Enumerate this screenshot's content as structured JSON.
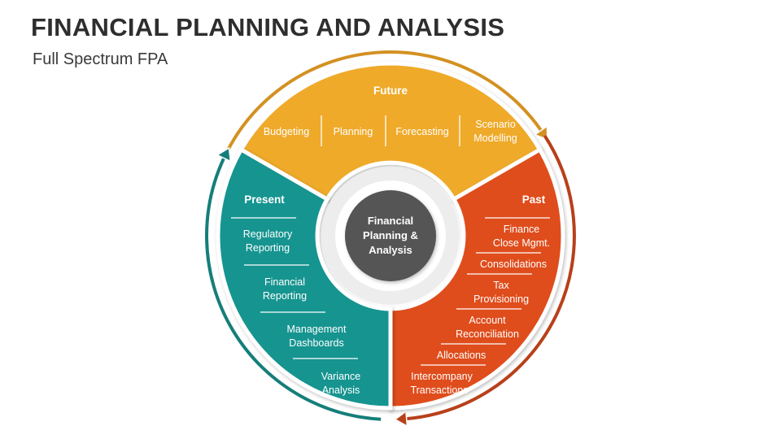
{
  "title": "FINANCIAL PLANNING AND ANALYSIS",
  "subtitle": "Full Spectrum FPA",
  "center": {
    "line1": "Financial",
    "line2": "Planning &",
    "line3": "Analysis"
  },
  "colors": {
    "future": "#EFAA2B",
    "past": "#DF4D1E",
    "present": "#139490",
    "center": "#545454",
    "future_arrow": "#D39122",
    "past_arrow": "#B8401A",
    "present_arrow": "#157E7A"
  },
  "future": {
    "header": "Future",
    "items": [
      {
        "line1": "Budgeting",
        "line2": ""
      },
      {
        "line1": "Planning",
        "line2": ""
      },
      {
        "line1": "Forecasting",
        "line2": ""
      },
      {
        "line1": "Scenario",
        "line2": "Modelling"
      }
    ]
  },
  "past": {
    "header": "Past",
    "items": [
      {
        "line1": "Finance",
        "line2": "Close Mgmt."
      },
      {
        "line1": "Consolidations",
        "line2": ""
      },
      {
        "line1": "Tax",
        "line2": "Provisioning"
      },
      {
        "line1": "Account",
        "line2": "Reconciliation"
      },
      {
        "line1": "Allocations",
        "line2": ""
      },
      {
        "line1": "Intercompany",
        "line2": "Transactions"
      }
    ]
  },
  "present": {
    "header": "Present",
    "items": [
      {
        "line1": "Regulatory",
        "line2": "Reporting"
      },
      {
        "line1": "Financial",
        "line2": "Reporting"
      },
      {
        "line1": "Management",
        "line2": "Dashboards"
      },
      {
        "line1": "Variance",
        "line2": "Analysis"
      }
    ]
  }
}
